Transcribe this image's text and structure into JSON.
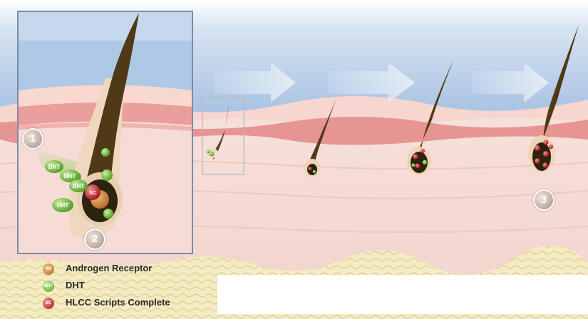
{
  "legend": [
    {
      "abbr": "AR",
      "label": "Androgen Receptor",
      "color": "#d58a3a"
    },
    {
      "abbr": "DHT",
      "label": "DHT",
      "color": "#6cbf3a"
    },
    {
      "abbr": "SC",
      "label": "HLCC Scripts Complete",
      "color": "#c21f2a"
    }
  ],
  "callouts": [
    "1",
    "2",
    "3"
  ],
  "inset": {
    "dht_labels": [
      "DHT",
      "DHT",
      "DHT",
      "DHT"
    ],
    "receptor_label": "SC"
  },
  "colors": {
    "sky": "#bcd3ea",
    "skin_light": "#f4d0c8",
    "skin_band": "#e38f8c",
    "dermis": "#f5dcd6",
    "hair": "#4e3a16",
    "bulb": "#2d2410",
    "dht_green": "#6cbf3a",
    "receptor_red": "#c21f2a",
    "fat_yellow": "#f1e7b8"
  }
}
